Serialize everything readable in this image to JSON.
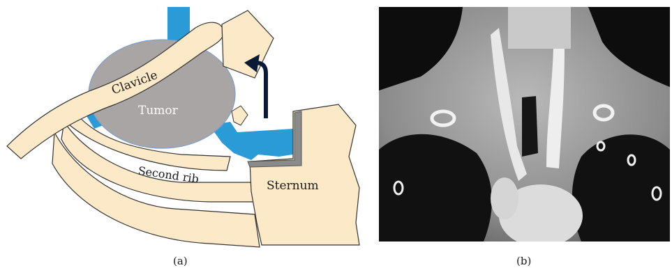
{
  "panel_a": {
    "labels": {
      "clavicle": "Clavicle",
      "tumor": "Tumor",
      "second_rib": "Second rib",
      "sternum": "Sternum"
    },
    "caption": "(a)"
  },
  "panel_b": {
    "caption": "(b)"
  },
  "colors": {
    "bone": "#fbe9c7",
    "bone_outline": "#333333",
    "vessel": "#2b9bd8",
    "tumor": "#a9a5a5",
    "tumor_outline": "#7f9fc7",
    "plate": "#7a7a7a",
    "arrow": "#0a1a36"
  },
  "icons": {
    "arrow": "curved-arrow-icon"
  }
}
